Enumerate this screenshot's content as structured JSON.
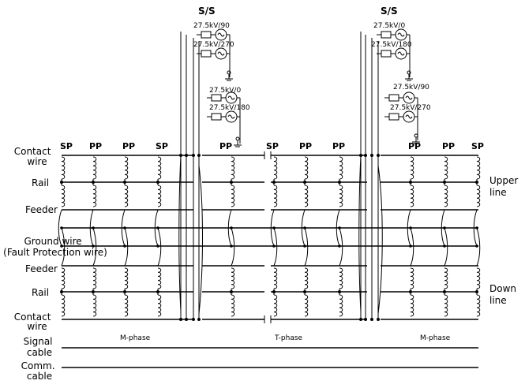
{
  "substation_label": "S/S",
  "sources": {
    "left_top": [
      "27.5kV/90",
      "27.5kV/270"
    ],
    "left_lower": [
      "27.5kV/0",
      "27.5kV/180"
    ],
    "right_top": [
      "27.5kV/0",
      "27.5kV/180"
    ],
    "right_lower": [
      "27.5kV/90",
      "27.5kV/270"
    ]
  },
  "post_labels": [
    "SP",
    "PP",
    "PP",
    "SP",
    "PP",
    "SP",
    "PP",
    "PP",
    "PP",
    "PP",
    "SP"
  ],
  "left_labels": {
    "contact_top": [
      "Contact",
      "wire"
    ],
    "rail_top": "Rail",
    "feeder_top": "Feeder",
    "ground": [
      "Ground wire",
      "(Fault Protection wire)"
    ],
    "feeder_bottom": "Feeder",
    "rail_bottom": "Rail",
    "contact_bottom": [
      "Contact",
      "wire"
    ],
    "signal": [
      "Signal",
      "cable"
    ],
    "comm": [
      "Comm.",
      "cable"
    ]
  },
  "right_labels": {
    "upper": [
      "Upper",
      "line"
    ],
    "down": [
      "Down",
      "line"
    ]
  },
  "phases": [
    "M-phase",
    "T-phase",
    "M-phase"
  ]
}
